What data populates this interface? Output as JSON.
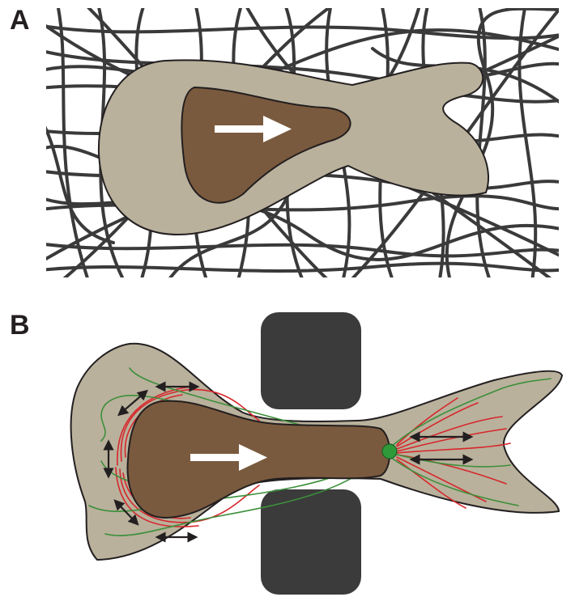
{
  "panels": [
    {
      "label": "A"
    },
    {
      "label": "B"
    }
  ],
  "colors": {
    "fiber": "#3a3a3a",
    "cell_body": "#b9b19c",
    "nucleus": "#7a5a3e",
    "outline": "#231f20",
    "arrow": "#ffffff",
    "actin_red": "#d7262b",
    "microtubule_green": "#3c8f3a",
    "centrosome": "#2e9a3a",
    "pore_block": "#3b3b3b"
  },
  "icons": [
    "migration-direction-arrow",
    "double-headed-arrow",
    "centrosome-dot"
  ]
}
